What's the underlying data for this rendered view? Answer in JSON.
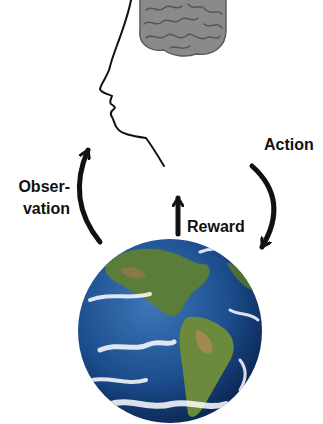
{
  "diagram": {
    "labels": [
      "Obser- vation",
      "Reward",
      "Action"
    ]
  }
}
